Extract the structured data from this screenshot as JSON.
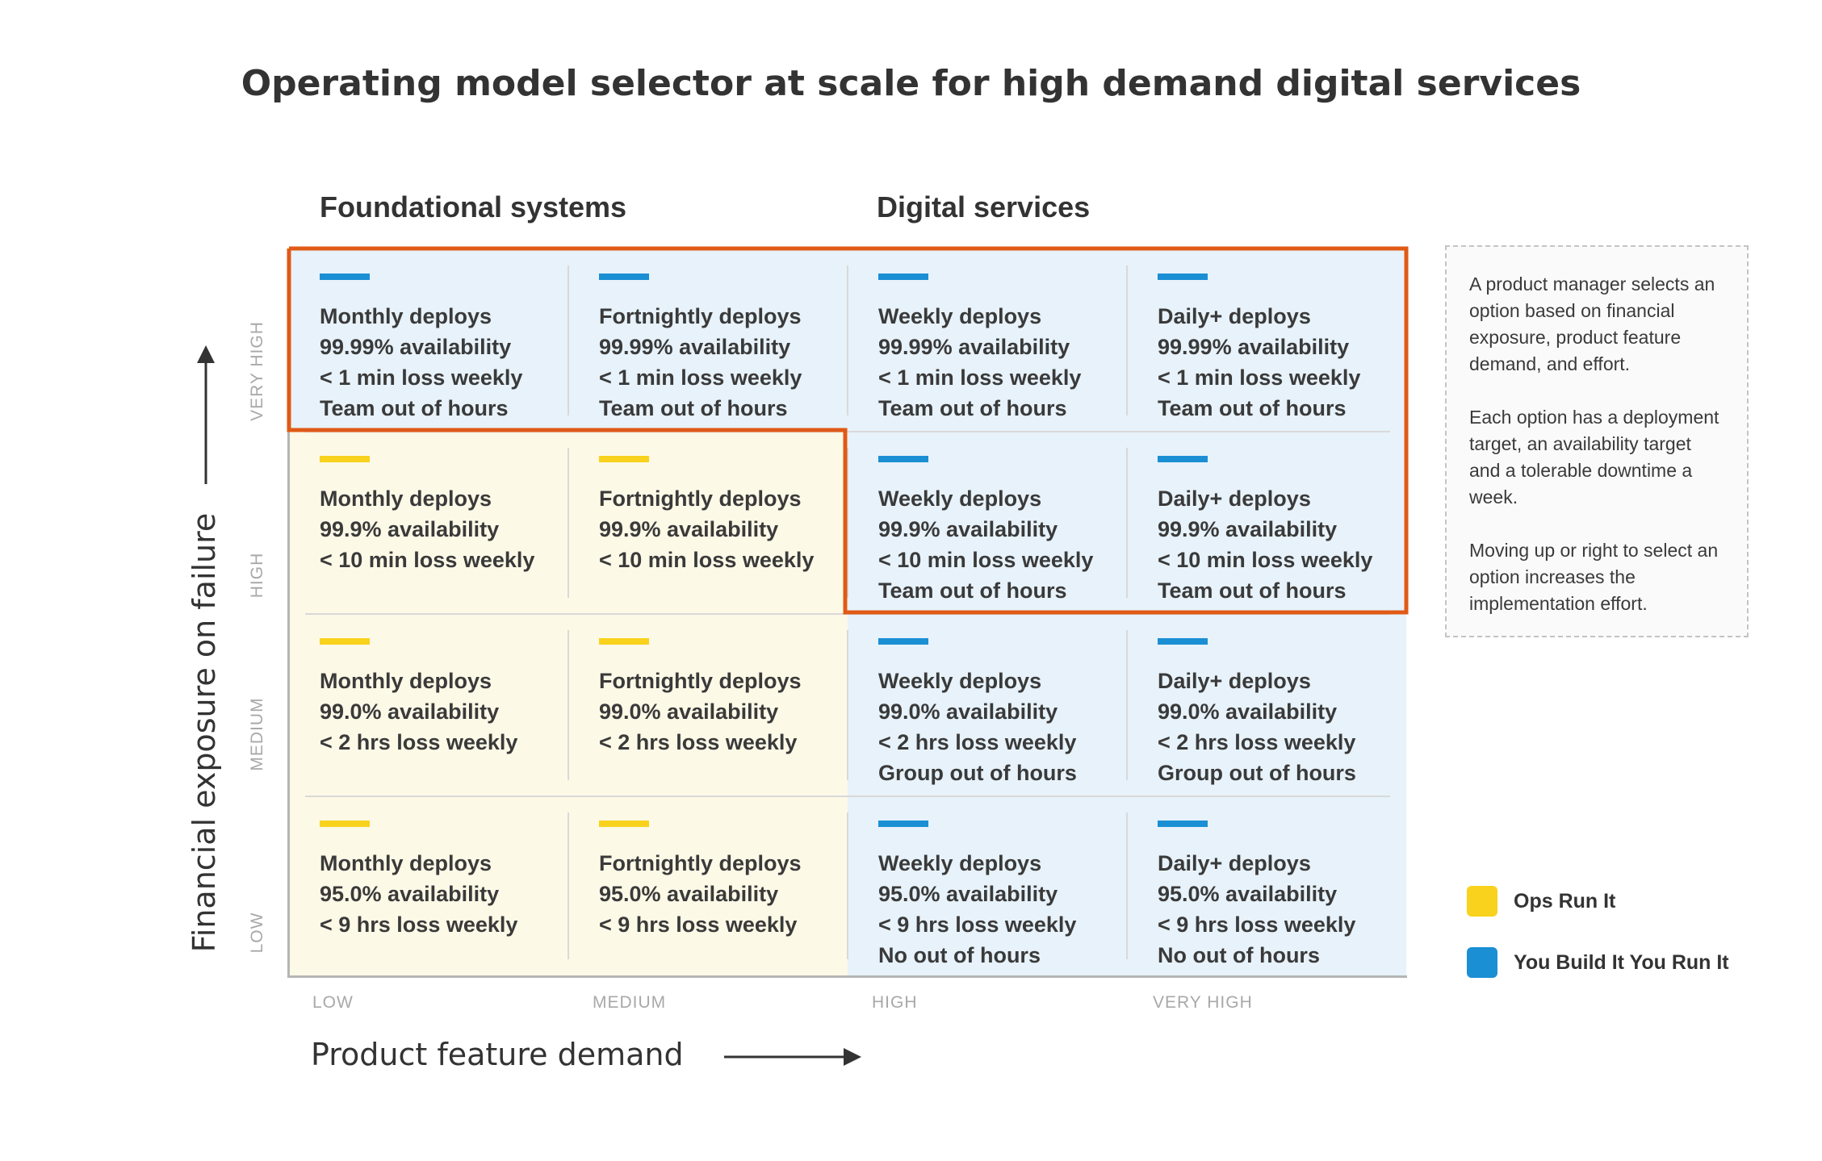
{
  "title": "Operating model selector at scale for high demand digital services",
  "group_headers": {
    "left": "Foundational systems",
    "right": "Digital services"
  },
  "colors": {
    "ops": "#f8d21c",
    "ybyr": "#1a8fd4",
    "highlight": "#e05a16",
    "ops_bg": "#fdf9e7",
    "ybyr_bg": "#e7f2fa"
  },
  "axes": {
    "x_label": "Product feature demand",
    "y_label": "Financial exposure on failure",
    "x_ticks": [
      "LOW",
      "MEDIUM",
      "HIGH",
      "VERY HIGH"
    ],
    "y_ticks": [
      "VERY HIGH",
      "HIGH",
      "MEDIUM",
      "LOW"
    ]
  },
  "grid": {
    "rows": [
      [
        {
          "model": "ybyr",
          "lines": [
            "Monthly deploys",
            "99.99% availability",
            "< 1 min loss weekly",
            "Team out of hours"
          ]
        },
        {
          "model": "ybyr",
          "lines": [
            "Fortnightly deploys",
            "99.99% availability",
            "< 1 min loss weekly",
            "Team out of hours"
          ]
        },
        {
          "model": "ybyr",
          "lines": [
            "Weekly deploys",
            "99.99% availability",
            "< 1 min loss weekly",
            "Team out of hours"
          ]
        },
        {
          "model": "ybyr",
          "lines": [
            "Daily+ deploys",
            "99.99% availability",
            "< 1 min loss weekly",
            "Team out of hours"
          ]
        }
      ],
      [
        {
          "model": "ops",
          "lines": [
            "Monthly deploys",
            "99.9% availability",
            "< 10 min loss weekly"
          ]
        },
        {
          "model": "ops",
          "lines": [
            "Fortnightly deploys",
            "99.9% availability",
            "< 10 min loss weekly"
          ]
        },
        {
          "model": "ybyr",
          "lines": [
            "Weekly deploys",
            "99.9% availability",
            "< 10 min loss weekly",
            "Team out of hours"
          ]
        },
        {
          "model": "ybyr",
          "lines": [
            "Daily+ deploys",
            "99.9% availability",
            "< 10 min loss weekly",
            "Team out of hours"
          ]
        }
      ],
      [
        {
          "model": "ops",
          "lines": [
            "Monthly deploys",
            "99.0% availability",
            "< 2 hrs loss weekly"
          ]
        },
        {
          "model": "ops",
          "lines": [
            "Fortnightly deploys",
            "99.0% availability",
            "< 2 hrs loss weekly"
          ]
        },
        {
          "model": "ybyr",
          "lines": [
            "Weekly deploys",
            "99.0% availability",
            "< 2 hrs loss weekly",
            "Group out of hours"
          ]
        },
        {
          "model": "ybyr",
          "lines": [
            "Daily+ deploys",
            "99.0% availability",
            "< 2 hrs loss weekly",
            "Group out of hours"
          ]
        }
      ],
      [
        {
          "model": "ops",
          "lines": [
            "Monthly deploys",
            "95.0% availability",
            "< 9 hrs loss weekly"
          ]
        },
        {
          "model": "ops",
          "lines": [
            "Fortnightly deploys",
            "95.0% availability",
            "< 9 hrs loss weekly"
          ]
        },
        {
          "model": "ybyr",
          "lines": [
            "Weekly deploys",
            "95.0% availability",
            "< 9 hrs loss weekly",
            "No out of hours"
          ]
        },
        {
          "model": "ybyr",
          "lines": [
            "Daily+ deploys",
            "95.0% availability",
            "< 9 hrs loss weekly",
            "No out of hours"
          ]
        }
      ]
    ]
  },
  "note": {
    "paragraphs": [
      "A product manager selects an option based on financial exposure, product feature demand, and effort.",
      "Each option has a deployment target, an availability target and a tolerable downtime a week.",
      "Moving up or right to select an option increases the implementation effort."
    ]
  },
  "legend": [
    {
      "label": "Ops Run It",
      "color": "#f8d21c"
    },
    {
      "label": "You Build It You Run It",
      "color": "#1a8fd4"
    }
  ]
}
